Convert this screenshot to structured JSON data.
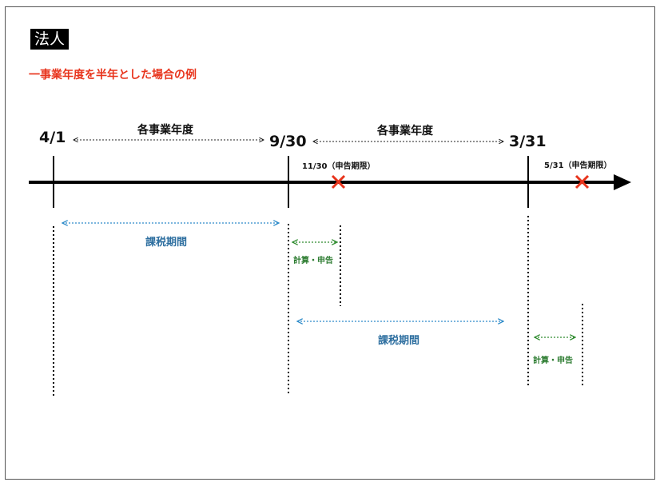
{
  "badge": "法人",
  "subtitle": "一事業年度を半年とした場合の例",
  "dates": {
    "d1": "4/1",
    "d2": "9/30",
    "d3": "3/31"
  },
  "fiscal_period_label": "各事業年度",
  "deadlines": {
    "first": "11/30（申告期限）",
    "second": "5/31（申告期限）"
  },
  "taxable_period_label": "課税期間",
  "calc_filing_label": "計算・申告",
  "colors": {
    "subtitle": "#e8341c",
    "taxable": "#2e8bc9",
    "calc": "#2e8b2e",
    "cross": "#e8341c"
  }
}
